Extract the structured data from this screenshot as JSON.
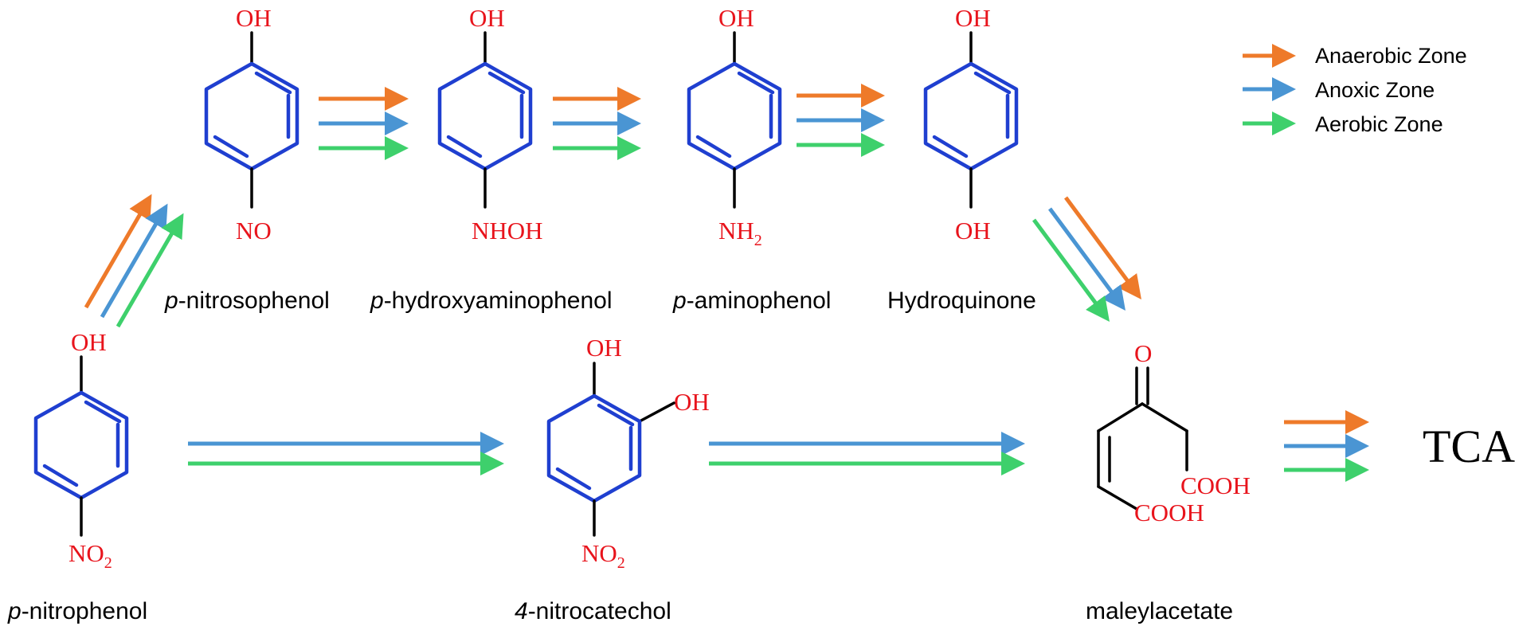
{
  "legend": {
    "anaerobic": "Anaerobic Zone",
    "anoxic": "Anoxic Zone",
    "aerobic": "Aerobic Zone"
  },
  "colors": {
    "anaerobic": "#ee7a2a",
    "anoxic": "#4a95d3",
    "aerobic": "#3ed06c",
    "ring": "#1f3fd0",
    "atom": "#e8141c"
  },
  "compounds": {
    "nitrophenol": {
      "prefix": "p",
      "name": "-nitrophenol",
      "top": "OH",
      "bottom": "NO",
      "bottom_sub": "2"
    },
    "nitrosophenol": {
      "prefix": "p",
      "name": "-nitrosophenol",
      "top": "OH",
      "bottom": "NO"
    },
    "hydroxyaminophenol": {
      "prefix": "p",
      "name": "-hydroxyaminophenol",
      "top": "OH",
      "bottom": "NHOH"
    },
    "aminophenol": {
      "prefix": "p",
      "name": "-aminophenol",
      "top": "OH",
      "bottom": "NH",
      "bottom_sub": "2"
    },
    "hydroquinone": {
      "name": "Hydroquinone",
      "top": "OH",
      "bottom": "OH"
    },
    "nitrocatechol": {
      "prefix": "4",
      "name": "-nitrocatechol",
      "top": "OH",
      "side": "OH",
      "bottom": "NO",
      "bottom_sub": "2"
    },
    "maleylacetate": {
      "name": "maleylacetate",
      "oxygen": "O",
      "acid_right": "COOH",
      "acid_left": "COOH"
    }
  },
  "product": "TCA"
}
